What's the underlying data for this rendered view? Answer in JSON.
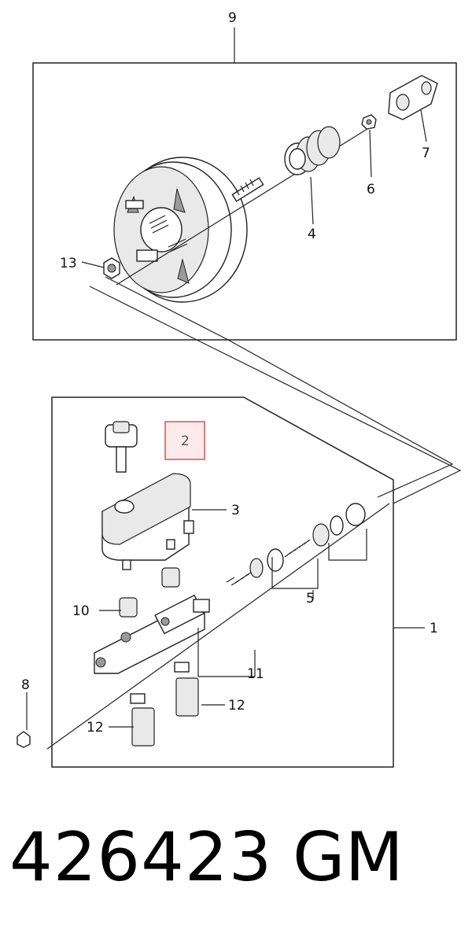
{
  "diagram": {
    "callouts": {
      "c1": "1",
      "c2": "2",
      "c3": "3",
      "c4": "4",
      "c5": "5",
      "c6": "6",
      "c7": "7",
      "c8": "8",
      "c9": "9",
      "c10": "10",
      "c11": "11",
      "c12a": "12",
      "c12b": "12",
      "c13": "13"
    },
    "highlight_color": "#d9534f",
    "highlight_fill": "#fdeaea"
  },
  "footer": {
    "part_number": "426423",
    "brand": "GM"
  }
}
